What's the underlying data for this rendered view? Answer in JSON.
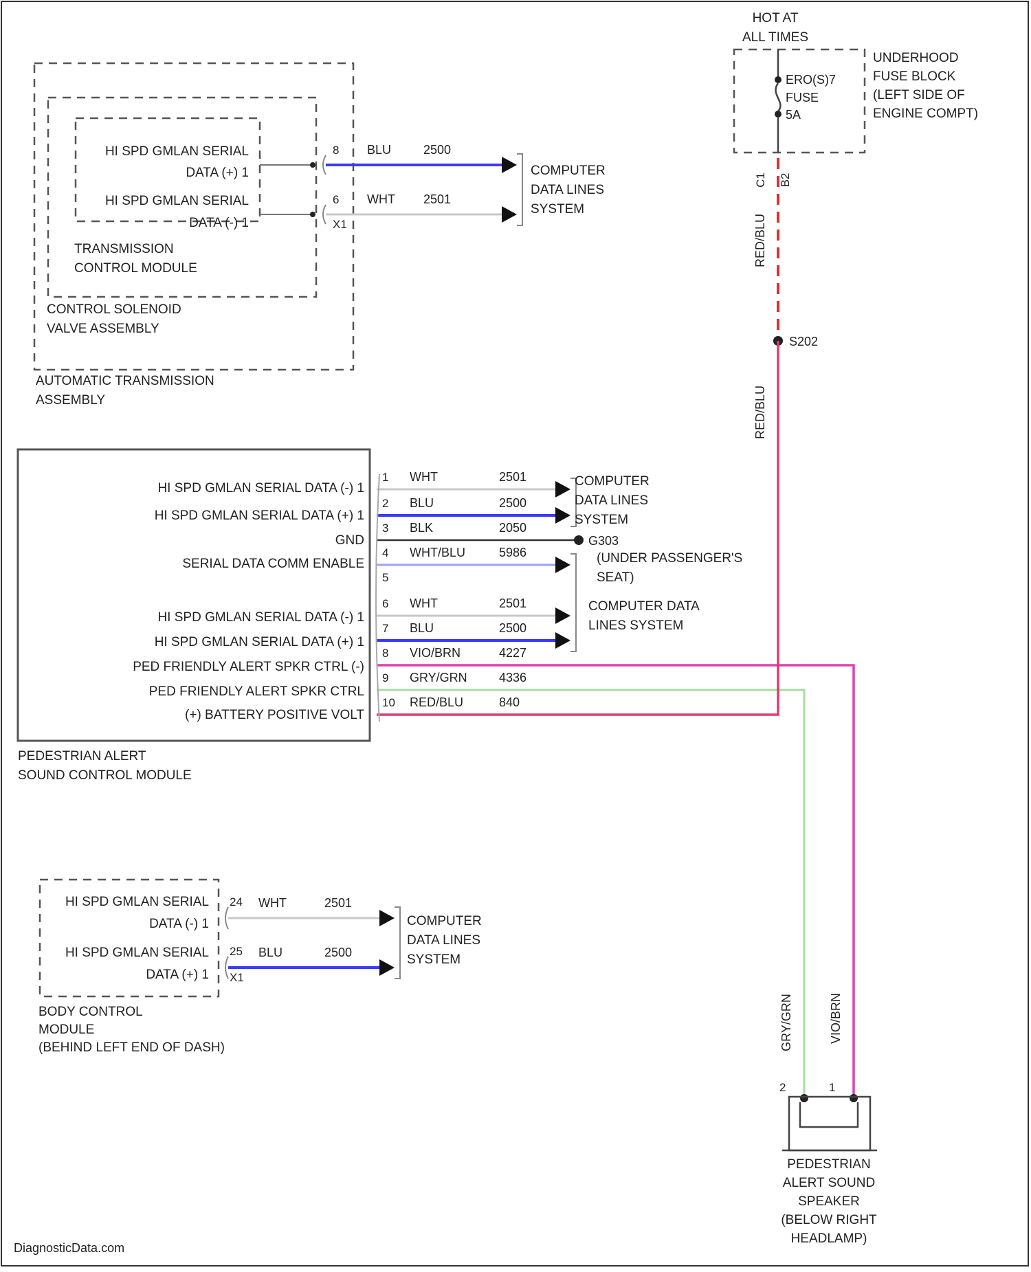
{
  "colors": {
    "blu": "#3a3aff",
    "wht": "#c8c8c8",
    "blk": "#333333",
    "wht_blu": "#9aa0ff",
    "vio_brn": "#e040b0",
    "gry_grn": "#a8dca0",
    "red_blu": "#e03a6e",
    "red_dash": "#e03030",
    "outline": "#555555"
  },
  "fuse": {
    "hot_at_all_times": [
      "HOT AT",
      "ALL TIMES"
    ],
    "name": [
      "ERO(S)7",
      "FUSE",
      "5A"
    ],
    "block_label": [
      "UNDERHOOD",
      "FUSE BLOCK",
      "(LEFT SIDE OF",
      "ENGINE COMPT)"
    ],
    "pin_a": "C1",
    "pin_b": "B2",
    "wire_upper_label": "RED/BLU",
    "wire_lower_label": "RED/BLU",
    "splice": "S202"
  },
  "transmission": {
    "inner_labels": [
      [
        "HI SPD GMLAN SERIAL",
        "DATA (+) 1"
      ],
      [
        "HI SPD GMLAN SERIAL",
        "DATA (-) 1"
      ]
    ],
    "tcm_label": [
      "TRANSMISSION",
      "CONTROL MODULE"
    ],
    "csva_label": [
      "CONTROL SOLENOID",
      "VALVE ASSEMBLY"
    ],
    "assembly_label": [
      "AUTOMATIC TRANSMISSION",
      "ASSEMBLY"
    ],
    "connector": "X1",
    "wires": [
      {
        "pin": "8",
        "color": "BLU",
        "circuit": "2500"
      },
      {
        "pin": "6",
        "color": "WHT",
        "circuit": "2501"
      }
    ],
    "destination": [
      "COMPUTER",
      "DATA LINES",
      "SYSTEM"
    ]
  },
  "pascm": {
    "label": [
      "PEDESTRIAN ALERT",
      "SOUND CONTROL MODULE"
    ],
    "pin_labels": [
      "HI SPD GMLAN SERIAL DATA (-) 1",
      "HI SPD GMLAN SERIAL DATA (+) 1",
      "GND",
      "SERIAL DATA COMM ENABLE",
      "HI SPD GMLAN SERIAL DATA (-) 1",
      "HI SPD GMLAN SERIAL DATA (+) 1",
      "PED FRIENDLY ALERT SPKR CTRL (-)",
      "PED FRIENDLY ALERT SPKR CTRL",
      "(+) BATTERY POSITIVE VOLT"
    ],
    "wires": [
      {
        "pin": "1",
        "color": "WHT",
        "circuit": "2501"
      },
      {
        "pin": "2",
        "color": "BLU",
        "circuit": "2500"
      },
      {
        "pin": "3",
        "color": "BLK",
        "circuit": "2050"
      },
      {
        "pin": "4",
        "color": "WHT/BLU",
        "circuit": "5986"
      },
      {
        "pin": "5",
        "color": "",
        "circuit": ""
      },
      {
        "pin": "6",
        "color": "WHT",
        "circuit": "2501"
      },
      {
        "pin": "7",
        "color": "BLU",
        "circuit": "2500"
      },
      {
        "pin": "8",
        "color": "VIO/BRN",
        "circuit": "4227"
      },
      {
        "pin": "9",
        "color": "GRY/GRN",
        "circuit": "4336"
      },
      {
        "pin": "10",
        "color": "RED/BLU",
        "circuit": "840"
      }
    ],
    "destination_top": [
      "COMPUTER",
      "DATA LINES",
      "SYSTEM"
    ],
    "ground": "G303",
    "ground_label": [
      "(UNDER PASSENGER'S",
      "SEAT)"
    ],
    "destination_bottom": [
      "COMPUTER DATA",
      "LINES SYSTEM"
    ]
  },
  "bcm": {
    "inner_labels": [
      [
        "HI SPD GMLAN SERIAL",
        "DATA (-) 1"
      ],
      [
        "HI SPD GMLAN SERIAL",
        "DATA (+) 1"
      ]
    ],
    "label": [
      "BODY CONTROL",
      "MODULE",
      "(BEHIND LEFT END OF DASH)"
    ],
    "connector": "X1",
    "wires": [
      {
        "pin": "24",
        "color": "WHT",
        "circuit": "2501"
      },
      {
        "pin": "25",
        "color": "BLU",
        "circuit": "2500"
      }
    ],
    "destination": [
      "COMPUTER",
      "DATA LINES",
      "SYSTEM"
    ]
  },
  "speaker": {
    "wire_left_label": "GRY/GRN",
    "wire_right_label": "VIO/BRN",
    "pin_left": "2",
    "pin_right": "1",
    "label": [
      "PEDESTRIAN",
      "ALERT SOUND",
      "SPEAKER",
      "(BELOW RIGHT",
      "HEADLAMP)"
    ]
  },
  "watermark": "DiagnosticData.com"
}
